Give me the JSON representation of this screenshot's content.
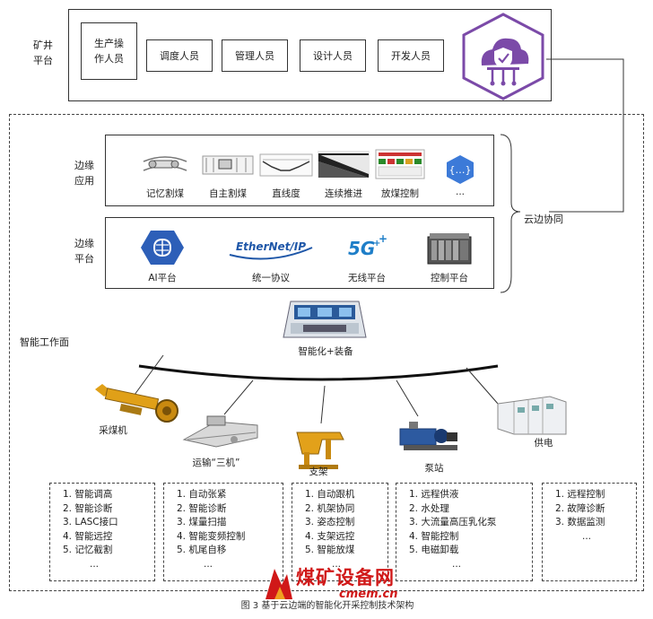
{
  "mine_platform": {
    "label": "矿井\n平台",
    "roles": [
      "生产操\n作人员",
      "调度人员",
      "管理人员",
      "设计人员",
      "开发人员"
    ]
  },
  "cloud_edge": {
    "label": "云边协同"
  },
  "edge_apps": {
    "label": "边缘\n应用",
    "items": [
      "记忆割煤",
      "自主割煤",
      "直线度",
      "连续推进",
      "放煤控制",
      "..."
    ]
  },
  "edge_platform": {
    "label": "边缘\n平台",
    "items": [
      "AI平台",
      "统一协议",
      "无线平台",
      "控制平台"
    ],
    "ethernet_logo": "EtherNet/IP",
    "fiveg_logo": "5G"
  },
  "workface": {
    "label": "智能工作面",
    "center": "智能化+装备",
    "equipment": [
      "采煤机",
      "运输“三机”",
      "支架",
      "泵站",
      "供电"
    ]
  },
  "lists": [
    [
      "1. 智能调高",
      "2. 智能诊断",
      "3. LASC接口",
      "4. 智能远控",
      "5. 记忆截割",
      "..."
    ],
    [
      "1. 自动张紧",
      "2. 智能诊断",
      "3. 煤量扫描",
      "4. 智能变频控制",
      "5. 机尾自移",
      "..."
    ],
    [
      "1. 自动跟机",
      "2. 机架协同",
      "3. 姿态控制",
      "4. 支架远控",
      "5. 智能放煤",
      "..."
    ],
    [
      "1. 远程供液",
      "2. 水处理",
      "3. 大流量高压乳化泵",
      "4. 智能控制",
      "5. 电磁卸载",
      "..."
    ],
    [
      "1. 远程控制",
      "2. 故障诊断",
      "3. 数据监测",
      "..."
    ]
  ],
  "caption": "图 3   基于云边端的智能化开采控制技术架构",
  "watermark": {
    "main": "煤矿设备网",
    "sub": "cmem.cn"
  },
  "colors": {
    "cloud_purple": "#7b4aa8",
    "ai_blue": "#2d5fb8",
    "machine_yellow": "#e0a018",
    "wm_red": "#d01818"
  }
}
